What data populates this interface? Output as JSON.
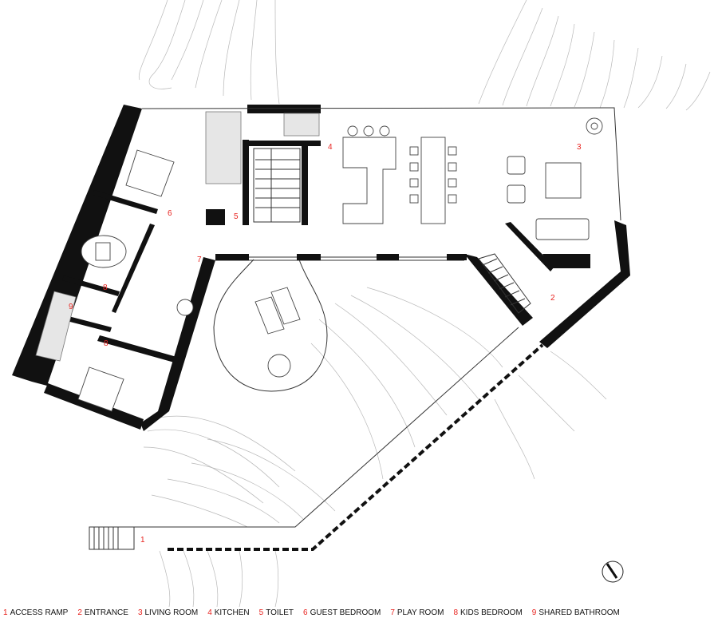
{
  "rooms": [
    {
      "num": "1",
      "name": "ACCESS RAMP"
    },
    {
      "num": "2",
      "name": "ENTRANCE"
    },
    {
      "num": "3",
      "name": "LIVING ROOM"
    },
    {
      "num": "4",
      "name": "KITCHEN"
    },
    {
      "num": "5",
      "name": "TOILET"
    },
    {
      "num": "6",
      "name": "GUEST BEDROOM"
    },
    {
      "num": "7",
      "name": "PLAY ROOM"
    },
    {
      "num": "8",
      "name": "KIDS BEDROOM"
    },
    {
      "num": "9",
      "name": "SHARED BATHROOM"
    }
  ],
  "plan_labels": [
    "1",
    "2",
    "3",
    "4",
    "5",
    "6",
    "7",
    "8",
    "8",
    "9"
  ],
  "colors": {
    "label_red": "#e8231f",
    "wall": "#111111",
    "contour": "#b8b8b8"
  },
  "icons": [
    "north-arrow-icon"
  ]
}
